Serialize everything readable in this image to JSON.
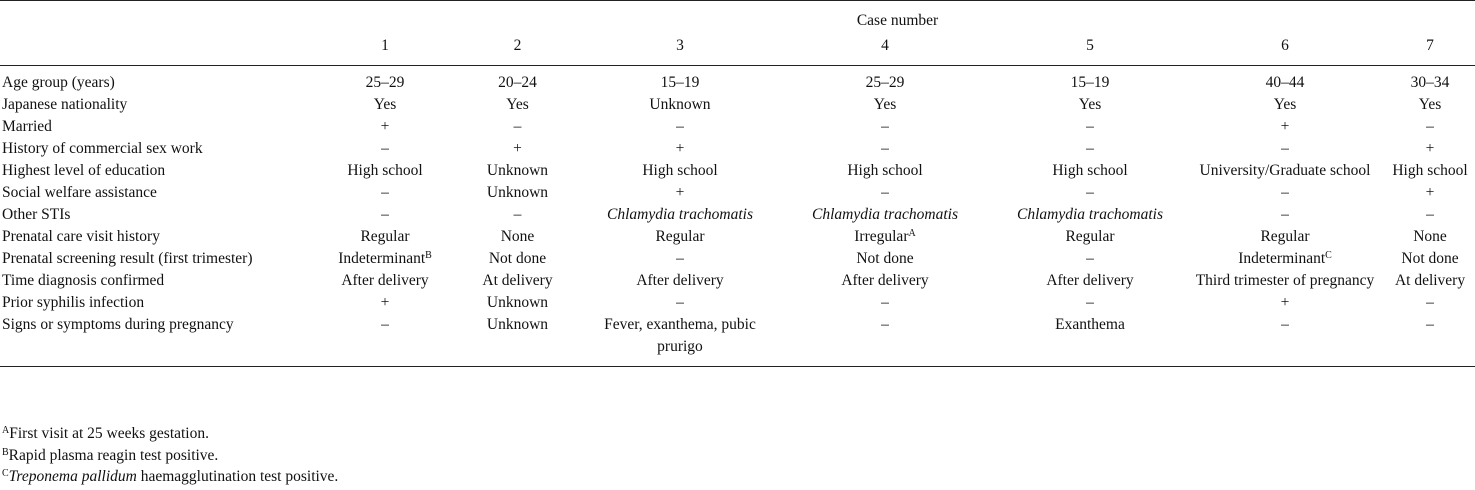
{
  "header": {
    "group": "Case number",
    "cases": [
      "1",
      "2",
      "3",
      "4",
      "5",
      "6",
      "7"
    ]
  },
  "rows": [
    {
      "label": "Age group (years)",
      "values": [
        "25–29",
        "20–24",
        "15–19",
        "25–29",
        "15–19",
        "40–44",
        "30–34"
      ]
    },
    {
      "label": "Japanese nationality",
      "values": [
        "Yes",
        "Yes",
        "Unknown",
        "Yes",
        "Yes",
        "Yes",
        "Yes"
      ]
    },
    {
      "label": "Married",
      "values": [
        "+",
        "–",
        "–",
        "–",
        "–",
        "+",
        "–"
      ]
    },
    {
      "label": "History of commercial sex work",
      "values": [
        "–",
        "+",
        "+",
        "–",
        "–",
        "–",
        "+"
      ]
    },
    {
      "label": "Highest level of education",
      "values": [
        "High school",
        "Unknown",
        "High school",
        "High school",
        "High school",
        "University/Graduate school",
        "High school"
      ]
    },
    {
      "label": "Social welfare assistance",
      "values": [
        "–",
        "Unknown",
        "+",
        "–",
        "–",
        "–",
        "+"
      ]
    },
    {
      "label": "Other STIs",
      "values": [
        "–",
        "–",
        "Chlamydia trachomatis",
        "Chlamydia trachomatis",
        "Chlamydia trachomatis",
        "–",
        "–"
      ]
    },
    {
      "label": "Prenatal care visit history",
      "values": [
        "Regular",
        "None",
        "Regular",
        "Irregular",
        "Regular",
        "Regular",
        "None"
      ]
    },
    {
      "label": "Prenatal screening result (first trimester)",
      "values": [
        "Indeterminant",
        "Not done",
        "–",
        "Not done",
        "–",
        "Indeterminant",
        "Not done"
      ]
    },
    {
      "label": "Time diagnosis confirmed",
      "values": [
        "After delivery",
        "At delivery",
        "After delivery",
        "After delivery",
        "After delivery",
        "Third trimester of pregnancy",
        "At delivery"
      ]
    },
    {
      "label": "Prior syphilis infection",
      "values": [
        "+",
        "Unknown",
        "–",
        "–",
        "–",
        "+",
        "–"
      ]
    },
    {
      "label": "Signs or symptoms during pregnancy",
      "values": [
        "–",
        "Unknown",
        "Fever, exanthema, pubic prurigo",
        "–",
        "Exanthema",
        "–",
        "–"
      ]
    }
  ],
  "marks": {
    "irregular": "A",
    "indeterminant_case1": "B",
    "indeterminant_case6": "C"
  },
  "footnotes": [
    {
      "mark": "A",
      "text": "First visit at 25 weeks gestation."
    },
    {
      "mark": "B",
      "text": "Rapid plasma reagin test positive."
    },
    {
      "mark": "C",
      "italic": "Treponema pallidum",
      "text": " haemagglutination test positive."
    }
  ]
}
